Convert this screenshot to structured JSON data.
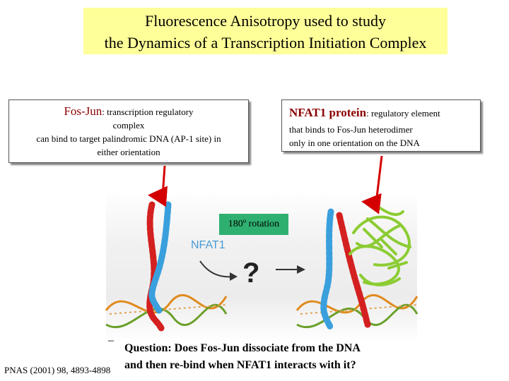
{
  "title": {
    "line1": "Fluorescence Anisotropy used to study",
    "line2": "the Dynamics of a Transcription Initiation Complex"
  },
  "fos_callout": {
    "highlight": "Fos-Jun",
    "rest": ": transcription regulatory",
    "lines": [
      "complex",
      "can bind to target palindromic DNA (AP-1 site) in",
      "either orientation"
    ]
  },
  "nfat_callout": {
    "highlight": "NFAT1 protein",
    "rest": ": regulatory element",
    "lines": [
      "that binds to Fos-Jun heterodimer",
      "only in one orientation on the DNA"
    ]
  },
  "figure": {
    "rotation_label": "180º rotation",
    "nfat_label": "NFAT1",
    "question_mark": "?",
    "colors": {
      "red_helix": "#d42020",
      "blue_helix": "#3aa0dd",
      "dna_orange": "#e08a1e",
      "dna_green": "#6aa02a",
      "nfat_green": "#8ccc33",
      "arrow": "#d40000"
    }
  },
  "question": {
    "line1": "Question: Does Fos-Jun dissociate from the DNA",
    "line2": "and then re-bind when NFAT1 interacts with it?"
  },
  "citation": "PNAS (2001) 98, 4893-4898",
  "dash": "–"
}
